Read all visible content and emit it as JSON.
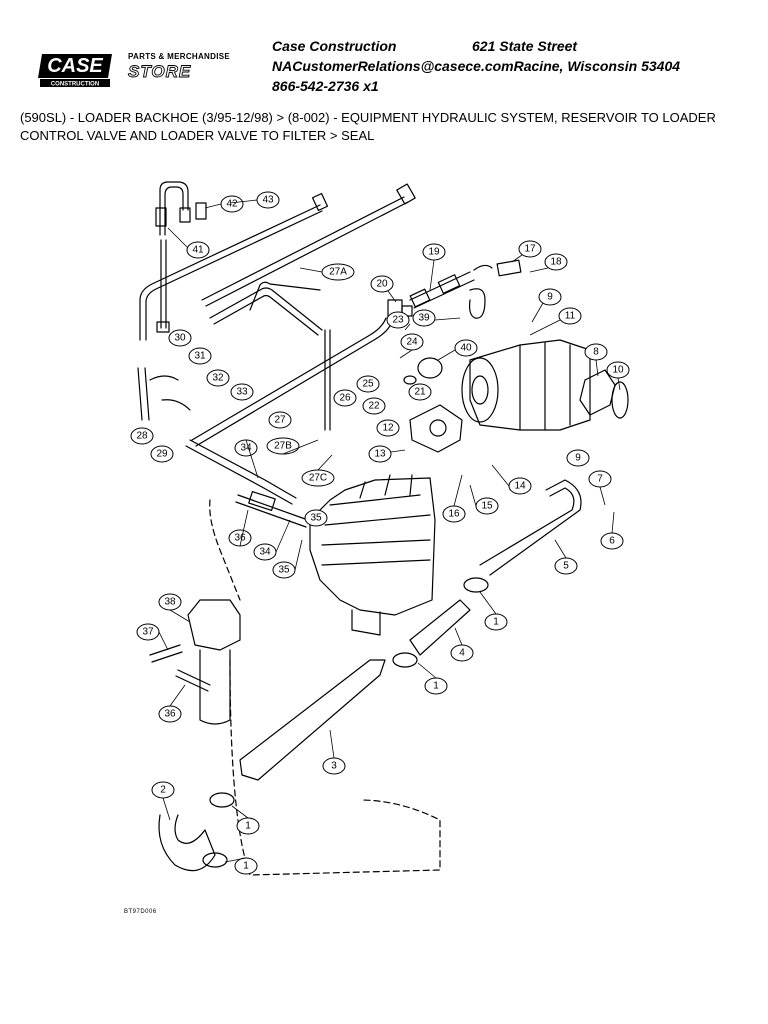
{
  "brand": {
    "logo_text": "CASE",
    "logo_sub": "CONSTRUCTION",
    "store_top": "PARTS & MERCHANDISE",
    "store_word": "STORE"
  },
  "contact": {
    "company": "Case Construction",
    "street": "621 State Street",
    "email_city": "NACustomerRelations@casece.comRacine, Wisconsin 53404",
    "phone": "866-542-2736 x1"
  },
  "breadcrumb": "(590SL) - LOADER BACKHOE (3/95-12/98) > (8-002) - EQUIPMENT HYDRAULIC SYSTEM, RESERVOIR TO LOADER CONTROL VALVE AND LOADER VALVE TO FILTER > SEAL",
  "figure_id": "BT97D006",
  "callouts": [
    "42",
    "43",
    "41",
    "27A",
    "20",
    "19",
    "17",
    "18",
    "9",
    "11",
    "23",
    "39",
    "24",
    "40",
    "8",
    "10",
    "25",
    "26",
    "22",
    "21",
    "30",
    "31",
    "32",
    "33",
    "28",
    "29",
    "27",
    "12",
    "9",
    "34",
    "27B",
    "27C",
    "13",
    "16",
    "15",
    "14",
    "7",
    "35",
    "36",
    "34",
    "35",
    "6",
    "5",
    "38",
    "37",
    "1",
    "4",
    "1",
    "36",
    "3",
    "2",
    "1",
    "1"
  ]
}
